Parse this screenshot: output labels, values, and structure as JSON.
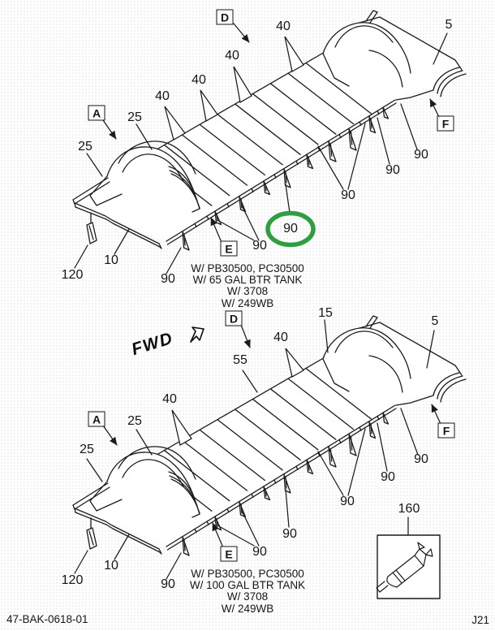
{
  "page": {
    "footer_left": "47-BAK-0618-01",
    "page_code": "J21",
    "fwd_label": "FWD"
  },
  "colors": {
    "line": "#1b1b1b",
    "highlight_green": "#2f9e41",
    "paper": "#ffffff"
  },
  "top_view": {
    "refs": {
      "A": "A",
      "D": "D",
      "E": "E",
      "F": "F"
    },
    "callouts": {
      "c5": "5",
      "c10": "10",
      "c25": "25",
      "c40": "40",
      "c90": "90",
      "c120": "120"
    },
    "highlighted_callout": "90",
    "caption": [
      "W/ PB30500, PC30500",
      "W/ 65 GAL BTR TANK",
      "W/ 3708",
      "W/ 249WB"
    ]
  },
  "bottom_view": {
    "refs": {
      "A": "A",
      "D": "D",
      "E": "E",
      "F": "F"
    },
    "callouts": {
      "c5": "5",
      "c10": "10",
      "c15": "15",
      "c25": "25",
      "c40": "40",
      "c55": "55",
      "c90": "90",
      "c120": "120",
      "c160": "160"
    },
    "caption": [
      "W/ PB30500, PC30500",
      "W/ 100 GAL BTR TANK",
      "W/ 3708",
      "W/ 249WB"
    ]
  }
}
